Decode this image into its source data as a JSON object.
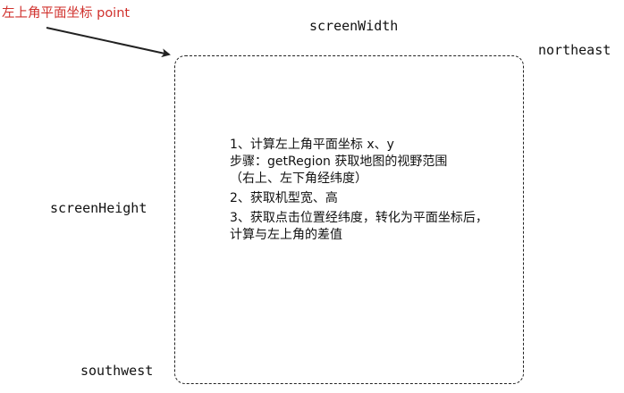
{
  "annotation": {
    "label": "左上角平面坐标 point",
    "color": "#d0312d"
  },
  "labels": {
    "screen_width": "screenWidth",
    "northeast": "northeast",
    "screen_height": "screenHeight",
    "southwest": "southwest"
  },
  "notes": [
    "1、计算左上角平面坐标  x、y",
    "步骤：getRegion 获取地图的视野范围",
    "（右上、左下角经纬度）",
    "2、获取机型宽、高",
    "3、获取点击位置经纬度，转化为平面坐标后，",
    "计算与左上角的差值"
  ]
}
